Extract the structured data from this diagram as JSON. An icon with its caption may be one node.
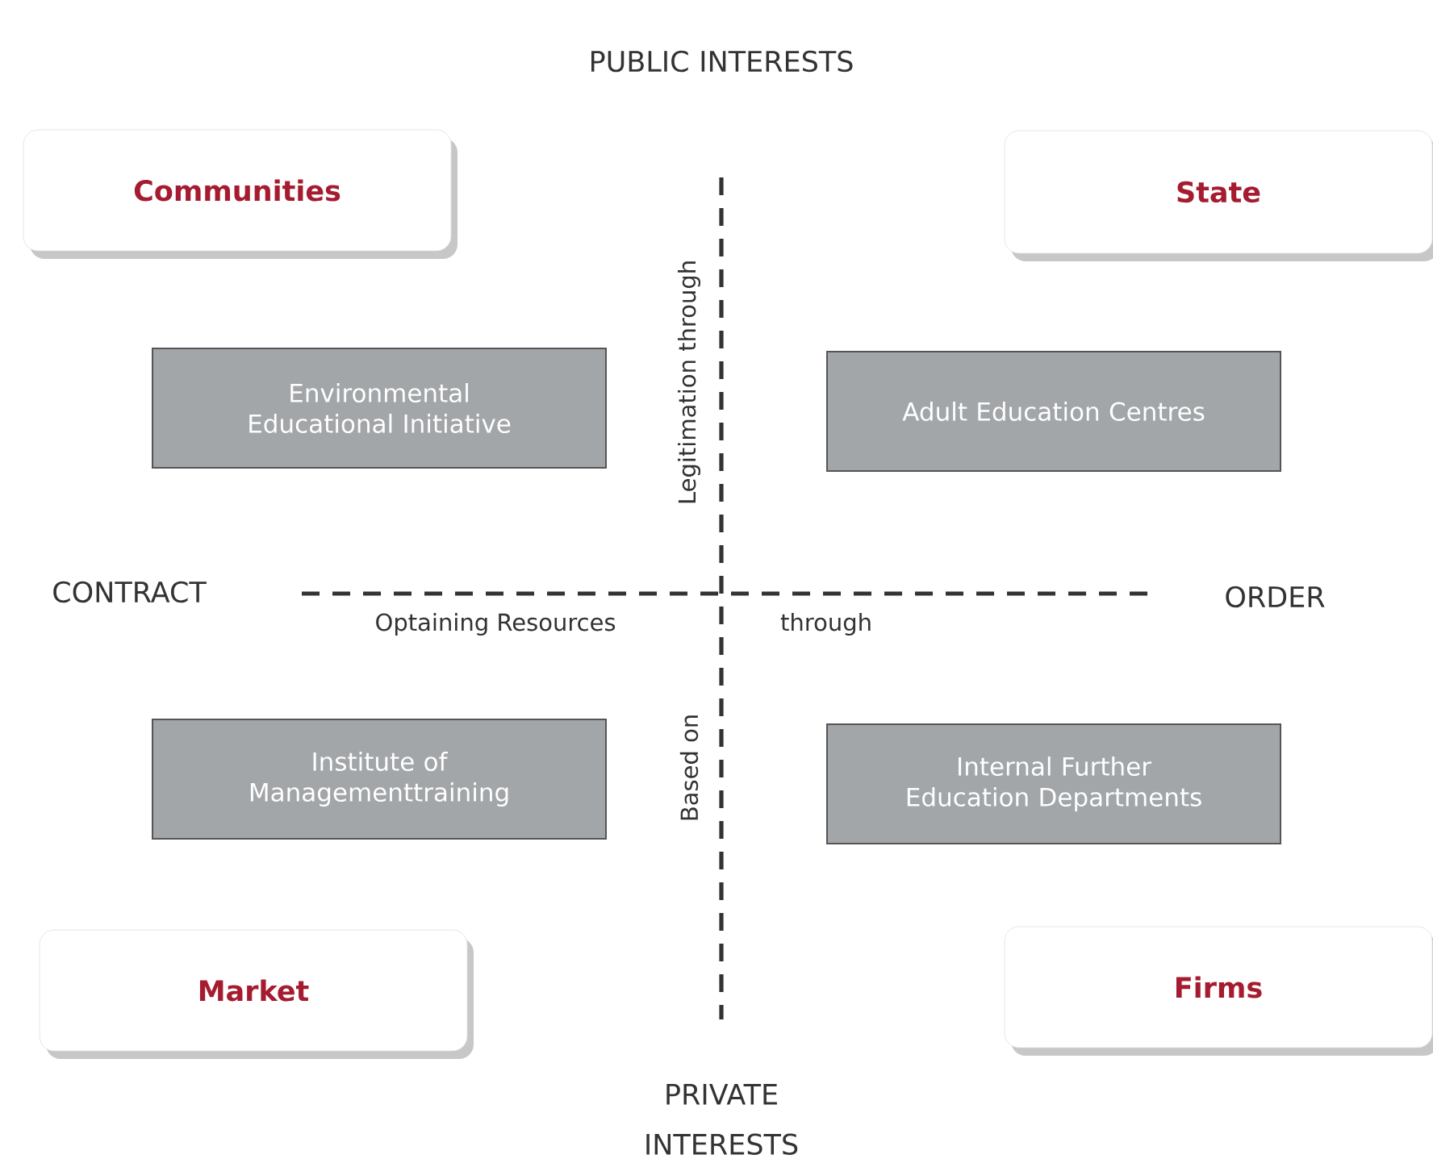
{
  "diagram": {
    "nodes": [
      {
        "text": [
          "Communities"
        ]
      },
      {
        "text": [
          "State"
        ]
      },
      {
        "text": [
          "Environmental Educational Initiative"
        ]
      },
      {
        "text": [
          "Adult Education Centres"
        ]
      },
      {
        "text": [
          "Institute of Managementtraining"
        ]
      },
      {
        "text": [
          "Internal Further Education Departments"
        ]
      },
      {
        "text": [
          "Market"
        ]
      },
      {
        "text": [
          "Firms"
        ]
      }
    ],
    "labels": [
      "PUBLIC INTERESTS",
      "Legitimation through",
      "CONTRACT",
      "ORDER",
      "Optaining Resources",
      "through",
      "Based on",
      "PRIVATE INTERESTS"
    ]
  }
}
